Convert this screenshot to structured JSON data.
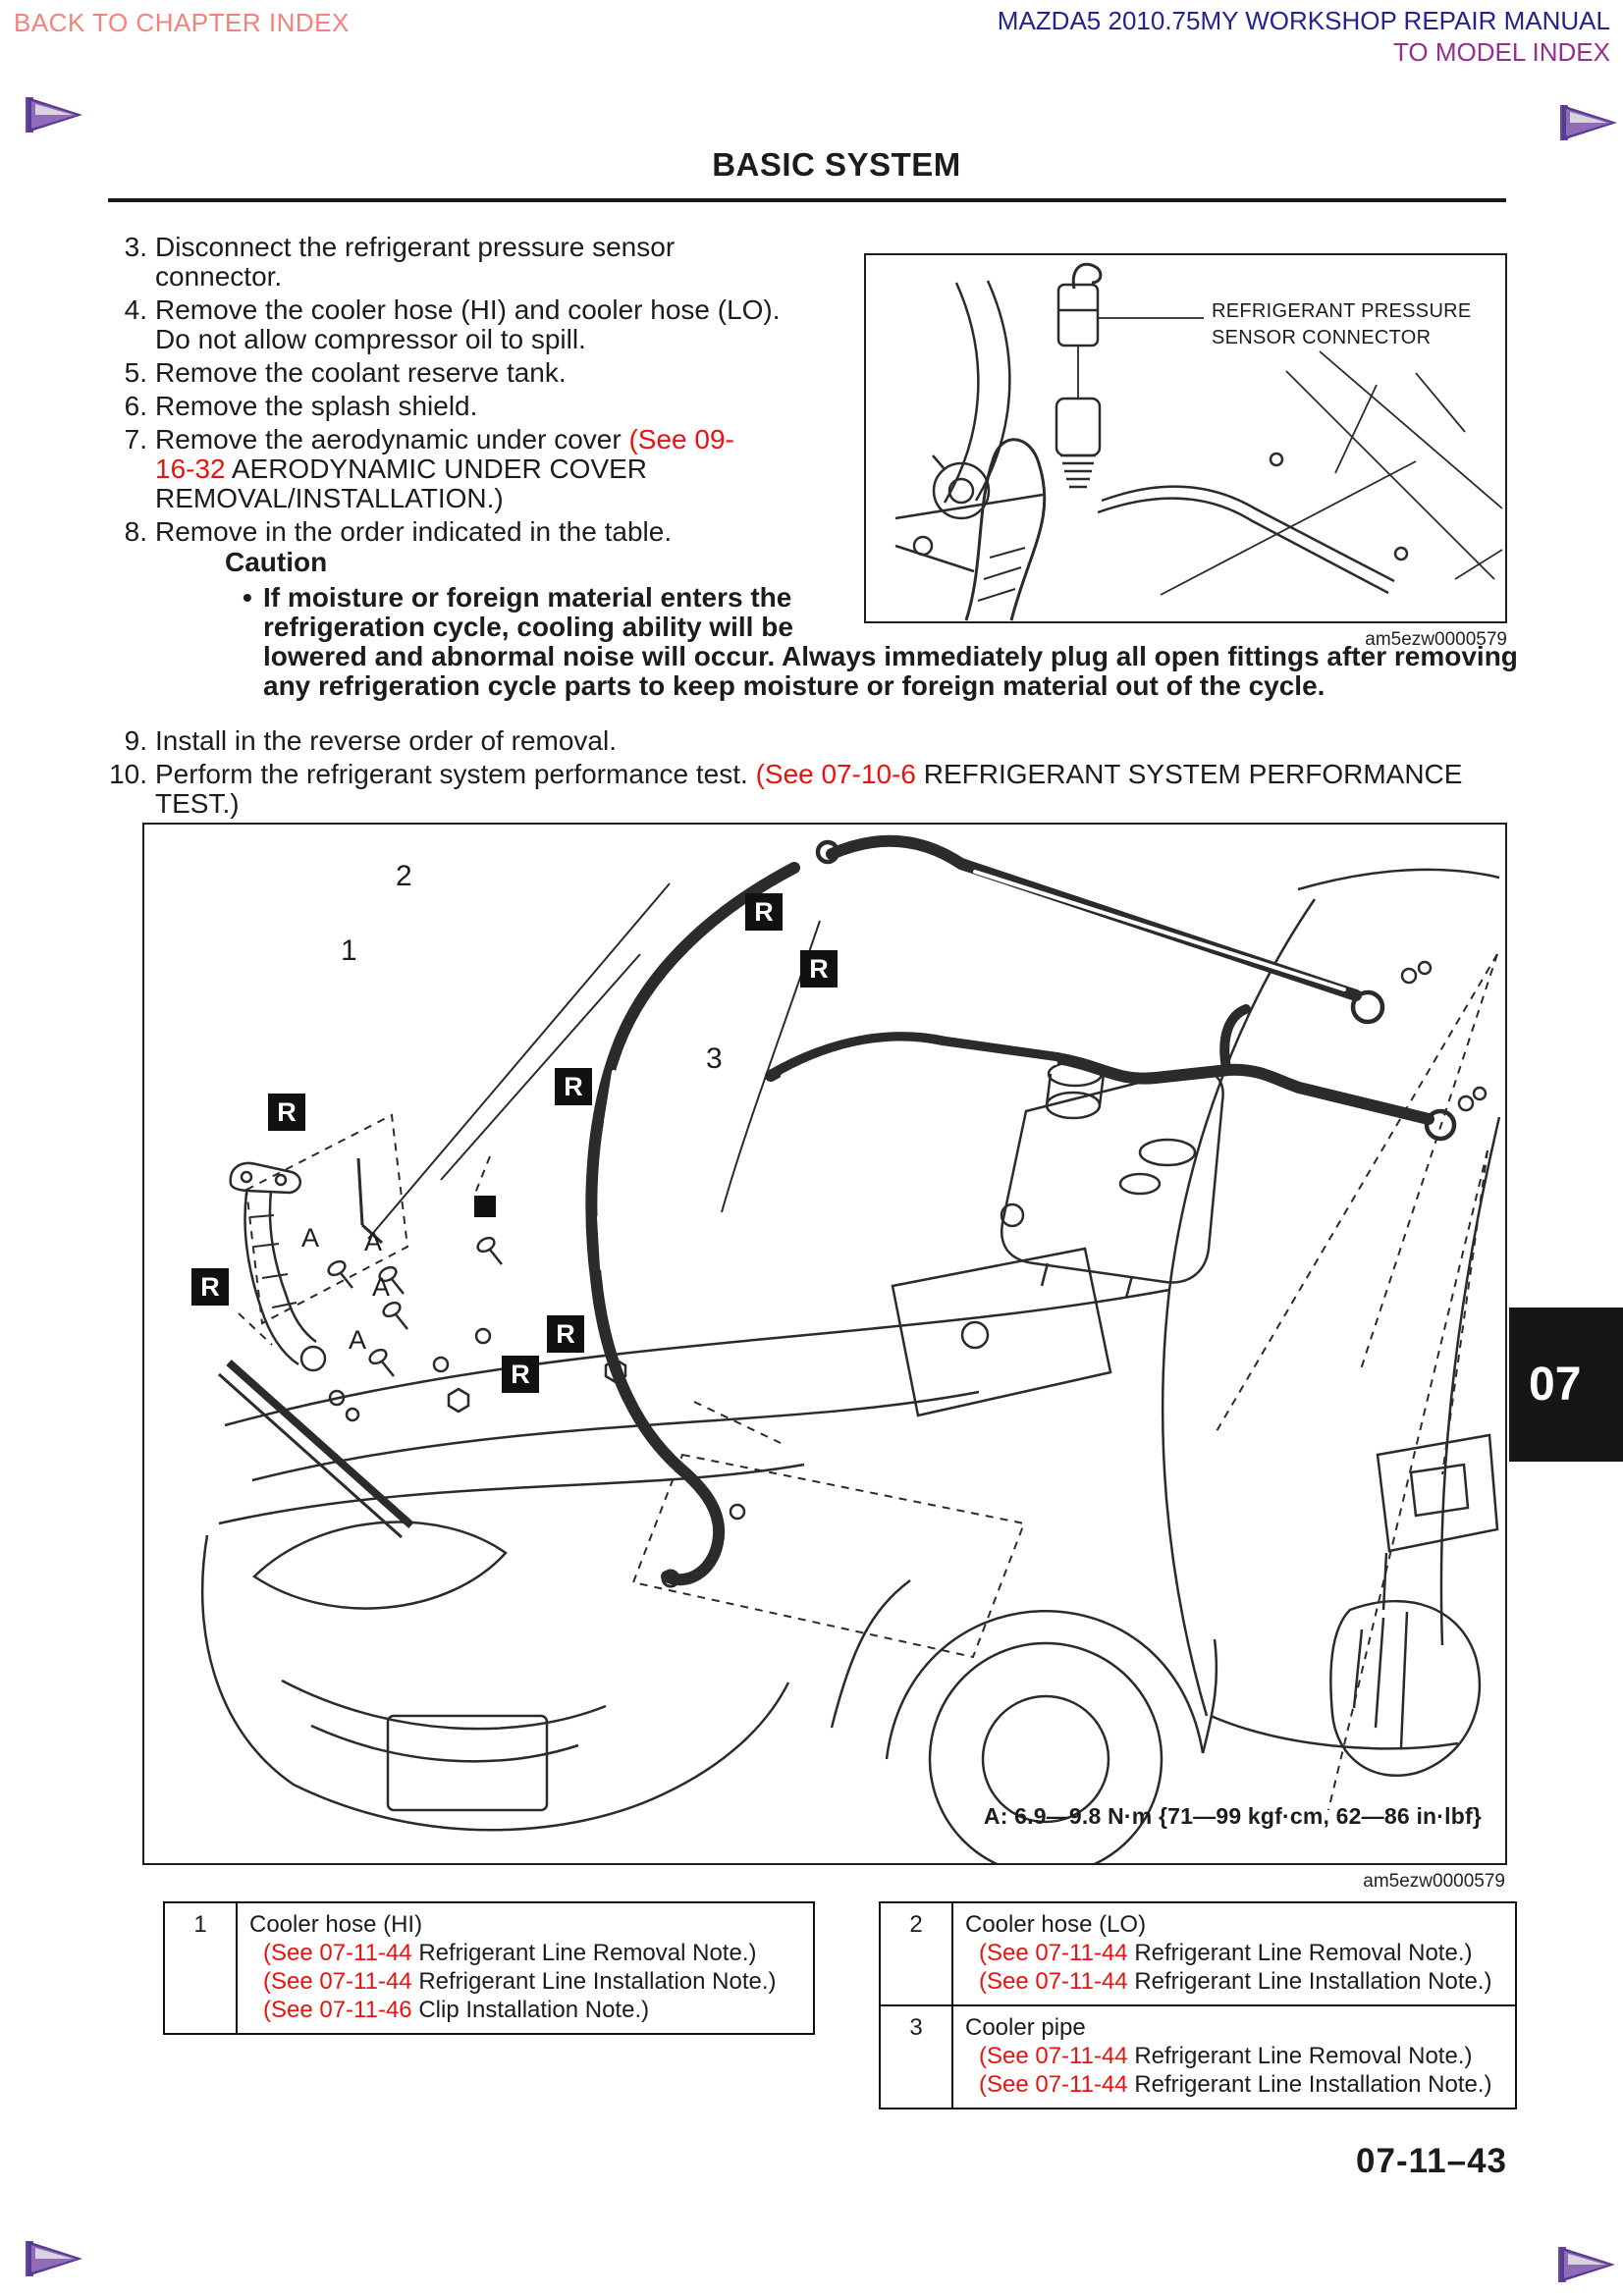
{
  "header": {
    "back_link": "BACK TO CHAPTER INDEX",
    "manual_title": "MAZDA5 2010.75MY WORKSHOP REPAIR MANUAL",
    "model_index_link": "TO MODEL INDEX"
  },
  "page_title": "BASIC SYSTEM",
  "steps_a": [
    {
      "num": "3.",
      "segments": [
        {
          "t": "Disconnect the refrigerant pressure sensor connector."
        }
      ]
    },
    {
      "num": "4.",
      "segments": [
        {
          "t": "Remove the cooler hose (HI) and cooler hose (LO). Do not allow compressor oil to spill."
        }
      ]
    },
    {
      "num": "5.",
      "segments": [
        {
          "t": "Remove the coolant reserve tank."
        }
      ]
    },
    {
      "num": "6.",
      "segments": [
        {
          "t": "Remove the splash shield."
        }
      ]
    },
    {
      "num": "7.",
      "segments": [
        {
          "t": "Remove the aerodynamic under cover "
        },
        {
          "t": "(See 09-",
          "red": true
        },
        {
          "br": true
        },
        {
          "t": "16-32",
          "red": true
        },
        {
          "t": " AERODYNAMIC UNDER COVER REMOVAL/INSTALLATION.)"
        }
      ]
    },
    {
      "num": "8.",
      "segments": [
        {
          "t": "Remove in the order indicated in the table."
        }
      ]
    }
  ],
  "caution": {
    "heading": "Caution",
    "bullet": "•",
    "lines": [
      "If moisture or foreign material enters the",
      "refrigeration cycle, cooling ability will be",
      "lowered and abnormal noise will occur. Always immediately plug all open fittings after removing",
      "any refrigeration cycle parts to keep moisture or foreign material out of the cycle."
    ]
  },
  "steps_b": [
    {
      "num": "9.",
      "segments": [
        {
          "t": "Install in the reverse order of removal."
        }
      ]
    },
    {
      "num": "10.",
      "segments": [
        {
          "t": "Perform the refrigerant system performance test. "
        },
        {
          "t": "(See 07-10-6",
          "red": true
        },
        {
          "t": " REFRIGERANT SYSTEM PERFORMANCE TEST.)"
        }
      ]
    }
  ],
  "figure1": {
    "labels": [
      "REFRIGERANT PRESSURE",
      "SENSOR CONNECTOR"
    ],
    "caption": "am5ezw0000579"
  },
  "figure2": {
    "caption": "am5ezw0000579",
    "torque_note": "A: 6.9—9.8 N·m {71—99 kgf·cm, 62—86 in·lbf}",
    "marker_letter": "R",
    "bolt_letter": "A",
    "part_labels": [
      "1",
      "2",
      "3"
    ]
  },
  "section_tab": "07",
  "tables": {
    "left": {
      "rows": [
        {
          "num": "1",
          "title": "Cooler hose (HI)",
          "notes": [
            {
              "ref": "(See 07-11-44",
              "rest": " Refrigerant Line Removal Note.)"
            },
            {
              "ref": "(See 07-11-44",
              "rest": " Refrigerant Line Installation Note.)"
            },
            {
              "ref": "(See 07-11-46",
              "rest": " Clip Installation Note.)"
            }
          ]
        }
      ]
    },
    "right": {
      "rows": [
        {
          "num": "2",
          "title": "Cooler hose (LO)",
          "notes": [
            {
              "ref": "(See 07-11-44",
              "rest": " Refrigerant Line Removal Note.)"
            },
            {
              "ref": "(See 07-11-44",
              "rest": " Refrigerant Line Installation Note.)"
            }
          ]
        },
        {
          "num": "3",
          "title": "Cooler pipe",
          "notes": [
            {
              "ref": "(See 07-11-44",
              "rest": " Refrigerant Line Removal Note.)"
            },
            {
              "ref": "(See 07-11-44",
              "rest": " Refrigerant Line Installation Note.)"
            }
          ]
        }
      ]
    }
  },
  "page_number": "07-11–43",
  "colors": {
    "link_red": "#e8130f",
    "back_link": "#f2837b",
    "manual_title": "#23238f",
    "model_index": "#962d8f",
    "tab_bg": "#161616"
  }
}
